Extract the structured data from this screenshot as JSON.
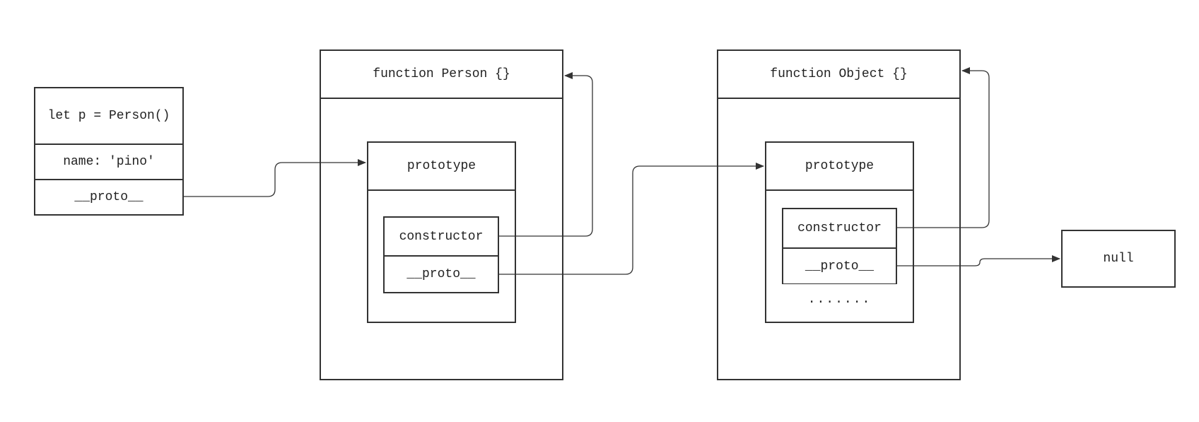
{
  "diagram": {
    "instance": {
      "title": "let p = Person()",
      "field": "name: 'pino'",
      "proto": "__proto__"
    },
    "person_function": {
      "title": "function Person {}",
      "prototype_title": "prototype",
      "constructor_label": "constructor",
      "proto_label": "__proto__"
    },
    "object_function": {
      "title": "function Object {}",
      "prototype_title": "prototype",
      "constructor_label": "constructor",
      "proto_label": "__proto__",
      "ellipsis": "......."
    },
    "null_box": {
      "label": "null"
    }
  },
  "colors": {
    "stroke": "#333333",
    "text": "#222222",
    "background": "#ffffff"
  }
}
